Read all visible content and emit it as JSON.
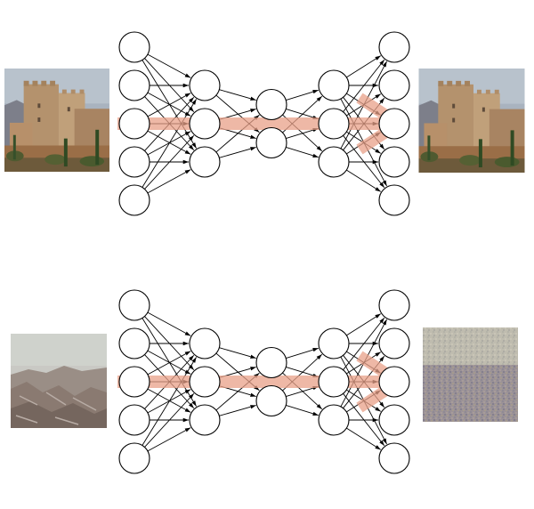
{
  "diagram": {
    "type": "autoencoder-comparison",
    "layers": [
      5,
      3,
      2,
      3,
      5
    ],
    "colors": {
      "node_stroke": "#000000",
      "node_fill": "#ffffff",
      "edge": "#000000",
      "arrow": "#e8a088"
    },
    "panels": [
      {
        "name": "top",
        "input_image": "fortress-photo",
        "output_image": "fortress-photo-reconstructed",
        "reconstruction_quality": "sharp"
      },
      {
        "name": "bottom",
        "input_image": "mountain-landscape-photo",
        "output_image": "mountain-landscape-reconstructed",
        "reconstruction_quality": "noisy"
      }
    ]
  }
}
